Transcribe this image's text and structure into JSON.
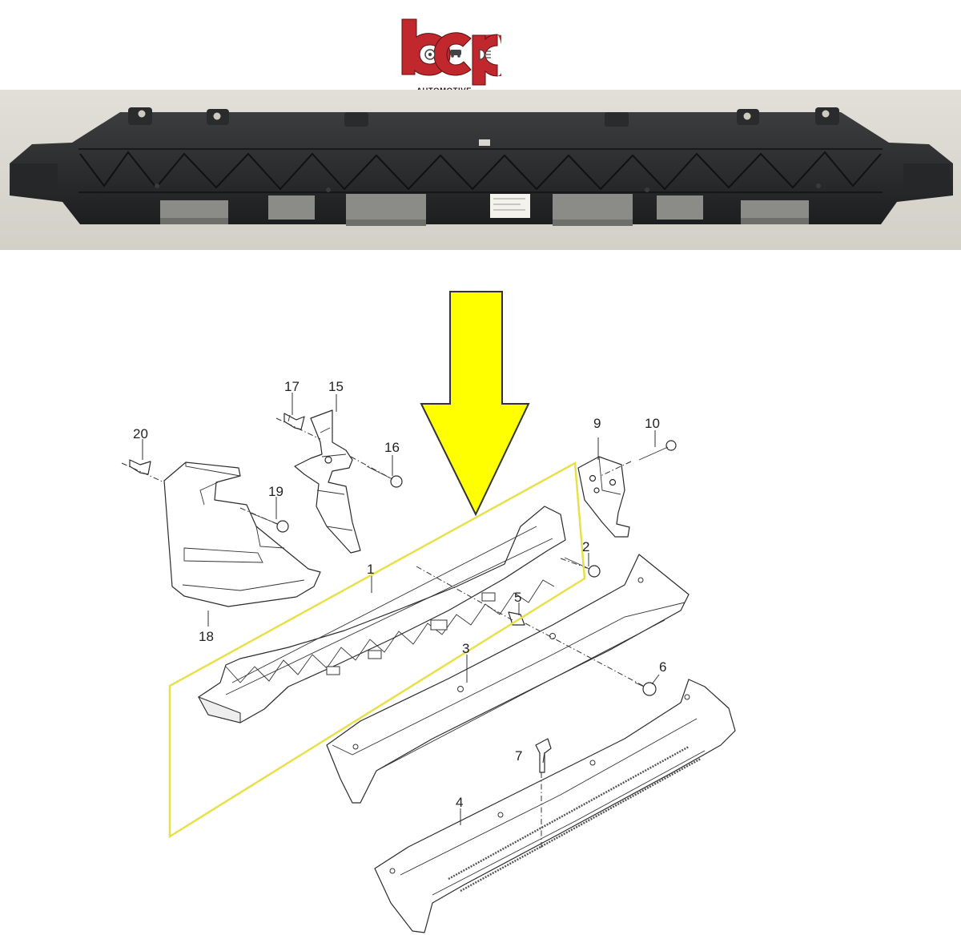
{
  "logo": {
    "letters": "bcp",
    "subtitle": "AUTOMOTIVE",
    "color": "#c0282d",
    "icon": "gear-icon"
  },
  "photo": {
    "subject": "bumper-support-photo"
  },
  "arrow": {
    "color": "#ffff00",
    "icon": "arrow-down-icon"
  },
  "highlight": {
    "color": "#e8e04a"
  },
  "callouts": [
    {
      "label": "1"
    },
    {
      "label": "2"
    },
    {
      "label": "3"
    },
    {
      "label": "4"
    },
    {
      "label": "5"
    },
    {
      "label": "6"
    },
    {
      "label": "7"
    },
    {
      "label": "9"
    },
    {
      "label": "10"
    },
    {
      "label": "15"
    },
    {
      "label": "16"
    },
    {
      "label": "17"
    },
    {
      "label": "18"
    },
    {
      "label": "19"
    },
    {
      "label": "20"
    }
  ]
}
